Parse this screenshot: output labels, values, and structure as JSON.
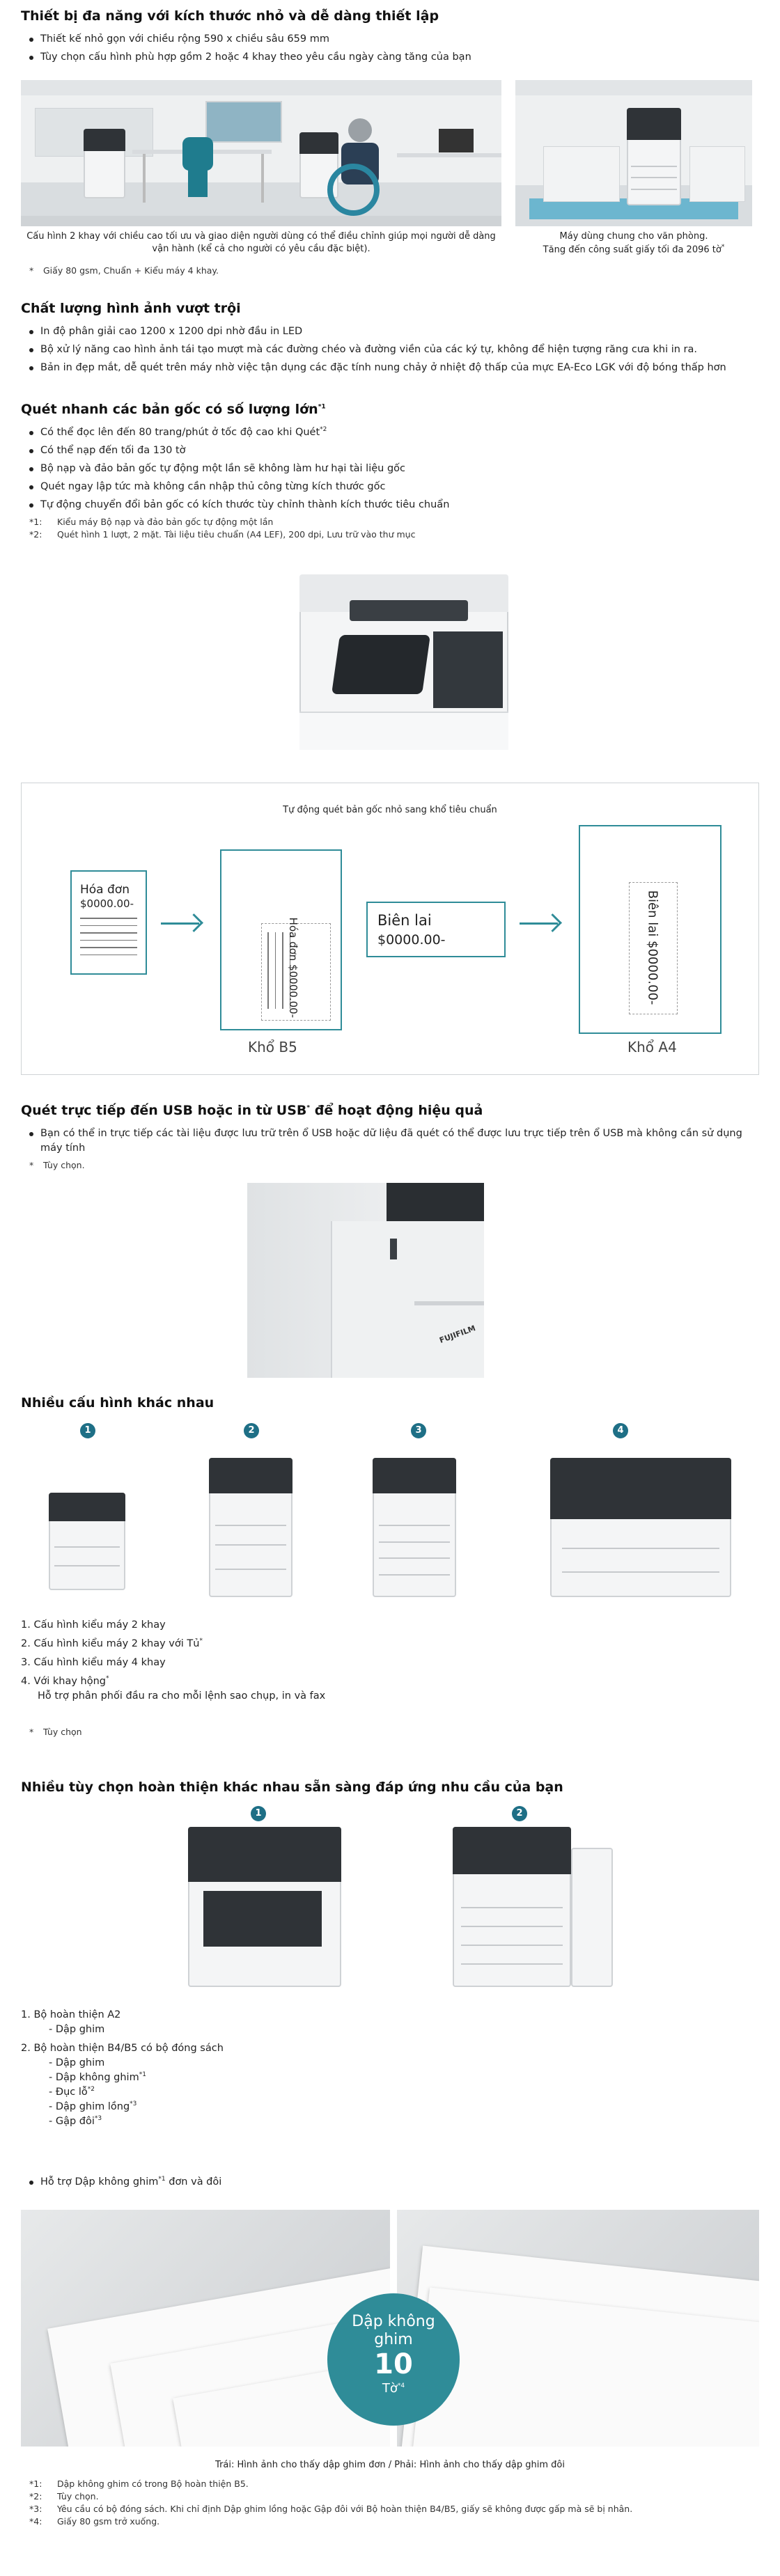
{
  "s1": {
    "title": "Thiết bị đa năng với kích thước nhỏ và dễ dàng thiết lập",
    "bullets": [
      "Thiết kế nhỏ gọn với chiều rộng 590 x chiều sâu 659 mm",
      "Tùy chọn cấu hình phù hợp gồm 2 hoặc 4 khay theo yêu cầu ngày càng tăng của bạn"
    ],
    "caption_left_1": "Cấu hình 2 khay với chiều cao tối ưu và giao diện người dùng có thể điều chỉnh giúp mọi người dễ dàng",
    "caption_left_2": "vận hành (kể cả cho người có yêu cầu đặc biệt).",
    "caption_right_1": "Máy dùng chung cho văn phòng.",
    "caption_right_2": "Tăng đến công suất giấy tối đa 2096 tờ",
    "caption_right_sup": "*",
    "note_mark": "*",
    "note": "Giấy 80 gsm, Chuẩn + Kiểu máy 4 khay."
  },
  "s2": {
    "title": "Chất lượng hình ảnh vượt trội",
    "bullets": [
      "In độ phân giải cao 1200 x 1200 dpi nhờ đầu in LED",
      "Bộ xử lý năng cao hình ảnh tái tạo mượt mà các đường chéo và đường viền của các ký tự, không để hiện tượng răng cưa khi in ra.",
      "Bản in đẹp mắt, dễ quét trên máy nhờ việc tận dụng các đặc tính nung chảy ở nhiệt độ thấp của mực EA-Eco LGK với độ bóng thấp hơn"
    ]
  },
  "s3": {
    "title": "Quét nhanh các bản gốc có số lượng lớn",
    "title_sup": "*1",
    "b1": "Có thể đọc lên đến 80 trang/phút ở tốc độ cao khi Quét",
    "b1_sup": "*2",
    "b2": "Có thể nạp đến tối đa 130 tờ",
    "b3": "Bộ nạp và đảo bản gốc tự động một lần sẽ không làm hư hại tài liệu gốc",
    "b4": "Quét ngay lập tức mà không cần nhập thủ công từng kích thước gốc",
    "b5": "Tự động chuyển đổi bản gốc có kích thước tùy chỉnh thành kích thước tiêu chuẩn",
    "n1_mark": "*1:",
    "n1": "Kiểu máy Bộ nạp và đảo bản gốc tự động một lần",
    "n2_mark": "*2:",
    "n2": "Quét hình 1 lượt, 2 mặt. Tài liệu tiêu chuẩn (A4 LEF), 200 dpi, Lưu trữ vào thư mục"
  },
  "scan": {
    "title": "Tự động quét bản gốc nhỏ sang khổ tiêu chuẩn",
    "invoice_label": "Hóa đơn",
    "invoice_amount": "$0000.00-",
    "receipt_label": "Biên lai",
    "receipt_amount": "$0000.00-",
    "size_b5": "Khổ B5",
    "size_a4": "Khổ A4"
  },
  "s4": {
    "title": "Quét trực tiếp đến USB hoặc in từ USB",
    "title_sup": "*",
    "title_rest": " để hoạt động hiệu quả",
    "bullet": "Bạn có thể in trực tiếp các tài liệu được lưu trữ trên ổ USB hoặc dữ liệu đã quét có thể được lưu trực tiếp trên ổ USB mà không cần sử dụng máy tính",
    "note_mark": "*",
    "note": "Tùy chọn."
  },
  "s5": {
    "title": "Nhiều cấu hình khác nhau",
    "badges": [
      "1",
      "2",
      "3",
      "4"
    ],
    "i1": "1. Cấu hình kiểu máy 2 khay",
    "i2": "2. Cấu hình kiểu máy 2 khay với Tủ",
    "i2_sup": "*",
    "i3": "3. Cấu hình kiểu máy 4 khay",
    "i4": "4. Với khay hộng",
    "i4_sup": "*",
    "i4_sub": "Hỗ trợ phân phối đầu ra cho mỗi lệnh sao chụp, in và fax",
    "note_mark": "*",
    "note": "Tùy chọn"
  },
  "s6": {
    "title": "Nhiều tùy chọn hoàn thiện khác nhau sẵn sàng đáp ứng nhu cầu của bạn",
    "badges": [
      "1",
      "2"
    ],
    "f1": "1. Bộ hoàn thiện A2",
    "f1_a": "- Dập ghim",
    "f2": "2. Bộ hoàn thiện B4/B5 có bộ đóng sách",
    "f2_a": "- Dập ghim",
    "f2_b": "- Dập không ghim",
    "f2_b_sup": "*1",
    "f2_c": "- Đục lỗ",
    "f2_c_sup": "*2",
    "f2_d": "- Dập ghim lồng",
    "f2_d_sup": "*3",
    "f2_e": "- Gập đôi",
    "f2_e_sup": "*3",
    "support": "Hỗ trợ Dập không ghim",
    "support_sup": "*1",
    "support_rest": " đơn và đôi"
  },
  "stapleless": {
    "line1": "Dập không",
    "line2": "ghim",
    "num": "10",
    "unit": "Tờ",
    "unit_sup": "*4",
    "caption": "Trái: Hình ảnh cho thấy dập ghim đơn / Phải: Hình ảnh cho thấy dập ghim đôi",
    "n1_mark": "*1:",
    "n1": "Dập không ghim có trong Bộ hoàn thiện B5.",
    "n2_mark": "*2:",
    "n2": "Tùy chọn.",
    "n3_mark": "*3:",
    "n3": "Yêu cầu có bộ đóng sách. Khi chỉ định Dập ghim lồng hoặc Gập đôi với Bộ hoàn thiện B4/B5, giấy sẽ không được gấp mà sẽ bị nhân.",
    "n4_mark": "*4:",
    "n4": "Giấy 80 gsm trở xuống."
  },
  "brand": {
    "logo": "FUJIFILM",
    "accent": "#2f8c98",
    "badge": "#1e6f86"
  }
}
